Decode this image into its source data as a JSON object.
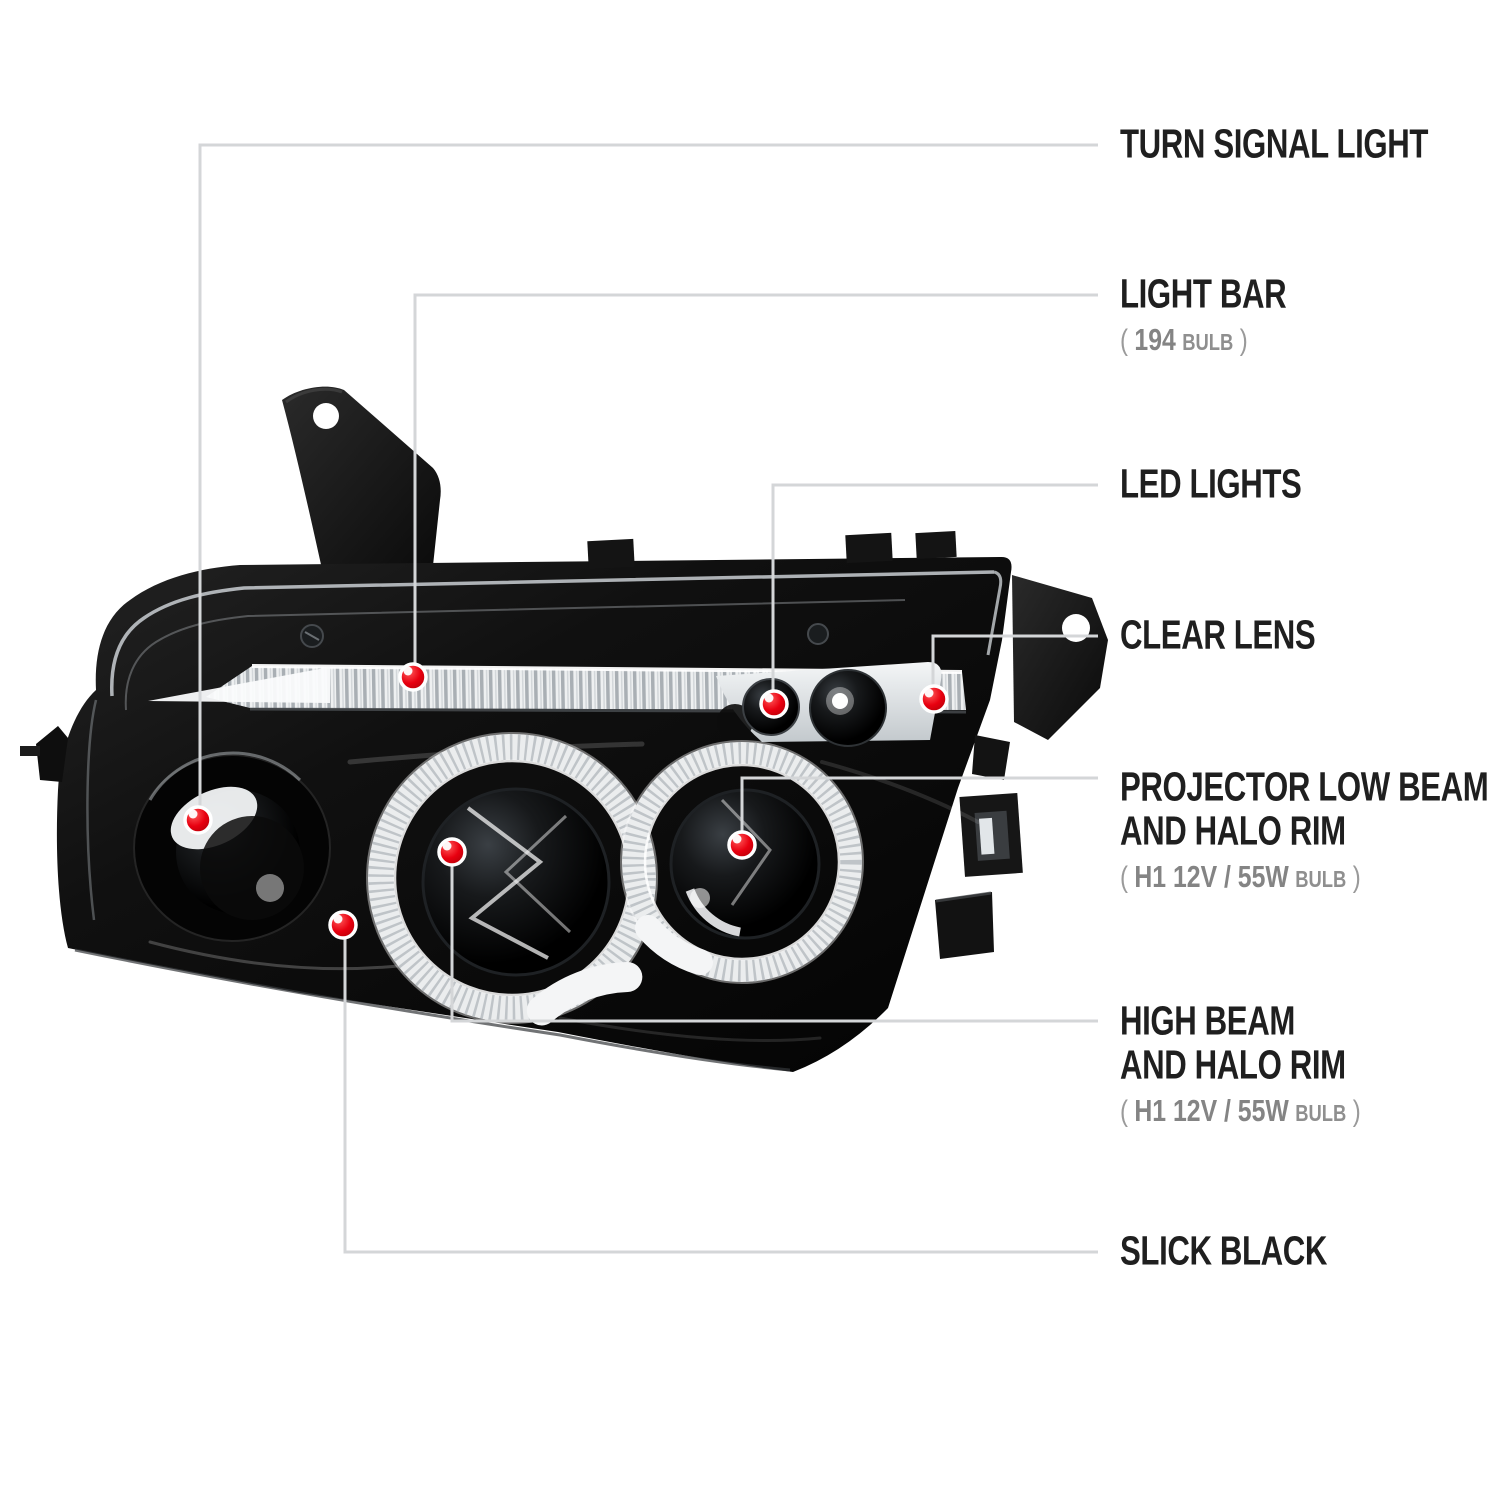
{
  "figure": {
    "subject": "halo-projector-headlight",
    "colors": {
      "accent_red": "#e80010",
      "leader_line": "#d4d6d8",
      "label_text": "#1f1f1f",
      "sub_text": "#8c8c8c",
      "housing_black": "#0d0d0d",
      "chrome": "#e9ecee",
      "background": "#ffffff"
    }
  },
  "callouts": [
    {
      "id": "turn-signal-light",
      "label": "TURN SIGNAL LIGHT"
    },
    {
      "id": "light-bar",
      "label": "LIGHT BAR",
      "sub": {
        "open": "(",
        "value": "194",
        "unit": "BULB",
        "close": ")"
      }
    },
    {
      "id": "led-lights",
      "label": "LED LIGHTS"
    },
    {
      "id": "clear-lens",
      "label": "CLEAR LENS"
    },
    {
      "id": "projector-low-beam",
      "label": "PROJECTOR LOW BEAM",
      "label2": "AND HALO RIM",
      "sub": {
        "open": "(",
        "value": "H1 12V / 55W",
        "unit": "BULB",
        "close": ")"
      }
    },
    {
      "id": "high-beam",
      "label": "HIGH BEAM",
      "label2": "AND HALO RIM",
      "sub": {
        "open": "(",
        "value": "H1 12V / 55W",
        "unit": "BULB",
        "close": ")"
      }
    },
    {
      "id": "slick-black",
      "label": "SLICK BLACK"
    }
  ]
}
